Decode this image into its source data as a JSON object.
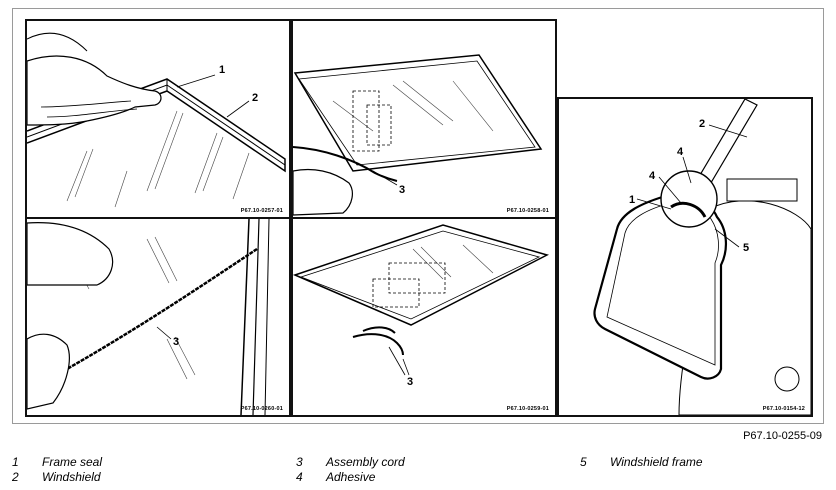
{
  "figure_code": "P67.10-0255-09",
  "panels": [
    {
      "code": "P67.10-0257-01",
      "callouts": [
        "1",
        "2"
      ]
    },
    {
      "code": "P67.10-0258-01",
      "callouts": [
        "3"
      ]
    },
    {
      "code": "P67.10-0260-01",
      "callouts": [
        "3"
      ]
    },
    {
      "code": "P67.10-0259-01",
      "callouts": [
        "3"
      ]
    },
    {
      "code": "P67.10-0154-12",
      "callouts": [
        "2",
        "4",
        "4",
        "1",
        "5"
      ]
    }
  ],
  "legend": [
    {
      "num": "1",
      "label": "Frame seal"
    },
    {
      "num": "2",
      "label": "Windshield"
    },
    {
      "num": "3",
      "label": "Assembly cord"
    },
    {
      "num": "4",
      "label": "Adhesive"
    },
    {
      "num": "5",
      "label": "Windshield frame"
    }
  ]
}
